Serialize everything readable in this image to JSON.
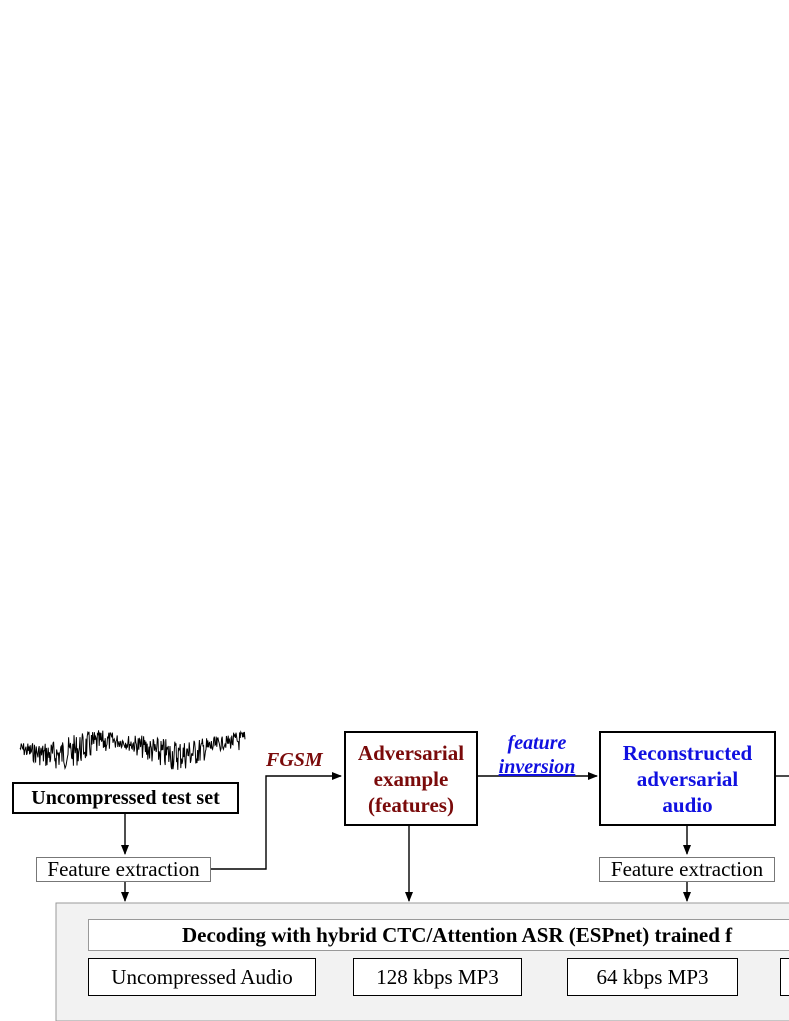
{
  "nodes": {
    "test_set": "Uncompressed test set",
    "feat_extract_left": "Feature extraction",
    "adv_example": [
      "Adversarial",
      "example",
      "(features)"
    ],
    "reconstructed": [
      "Reconstructed",
      "adversarial",
      "audio"
    ],
    "feat_extract_right": "Feature extraction"
  },
  "edges": {
    "fgsm": "FGSM",
    "feature_inversion": [
      "feature",
      "inversion"
    ]
  },
  "decoding": {
    "title": "Decoding with hybrid CTC/Attention ASR (ESPnet) trained f",
    "conditions": [
      "Uncompressed Audio",
      "128 kbps MP3",
      "64 kbps MP3"
    ]
  },
  "colors": {
    "adversarial": "#7a0a0a",
    "inversion": "#1010e0",
    "panel_bg": "#f2f2f2"
  }
}
